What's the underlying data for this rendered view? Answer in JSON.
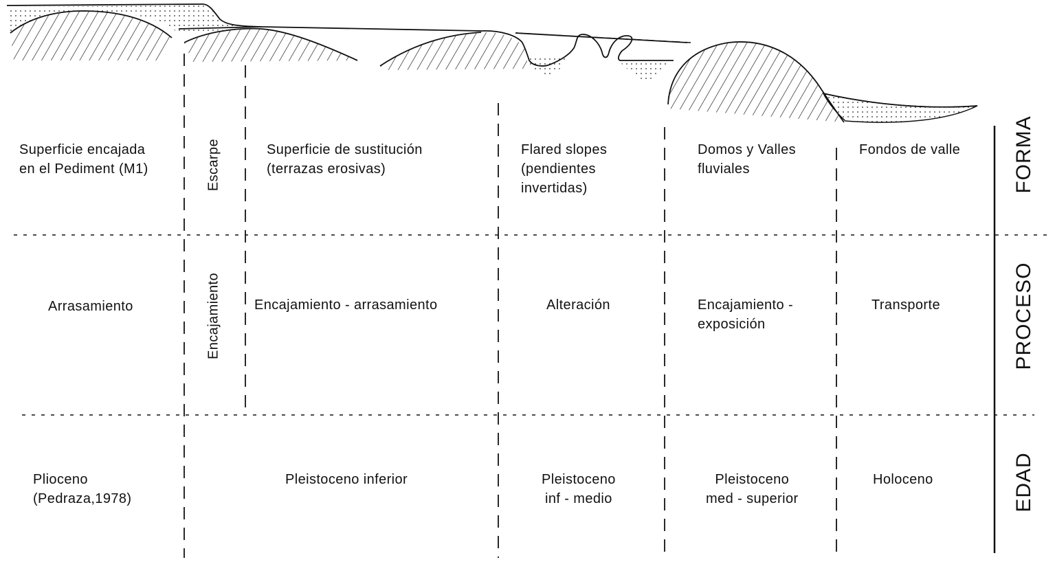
{
  "row_headers": {
    "forma": "FORMA",
    "proceso": "PROCESO",
    "edad": "EDAD"
  },
  "columns": [
    {
      "forma": "Superficie encajada\nen el Pediment (M1)",
      "proceso": "Arrasamiento",
      "edad": "Plioceno\n(Pedraza,1978)"
    },
    {
      "forma": "Escarpe",
      "proceso": "Encajamiento",
      "edad": ""
    },
    {
      "forma": "Superficie de sustitución\n(terrazas erosivas)",
      "proceso": "Encajamiento - arrasamiento",
      "edad": "Pleistoceno inferior"
    },
    {
      "forma": "Flared slopes\n(pendientes\ninvertidas)",
      "proceso": "Alteración",
      "edad": "Pleistoceno\ninf - medio"
    },
    {
      "forma": "Domos y Valles\nfluviales",
      "proceso": "Encajamiento -\nexposición",
      "edad": "Pleistoceno\nmed - superior"
    },
    {
      "forma": "Fondos de valle",
      "proceso": "Transporte",
      "edad": "Holoceno"
    }
  ]
}
